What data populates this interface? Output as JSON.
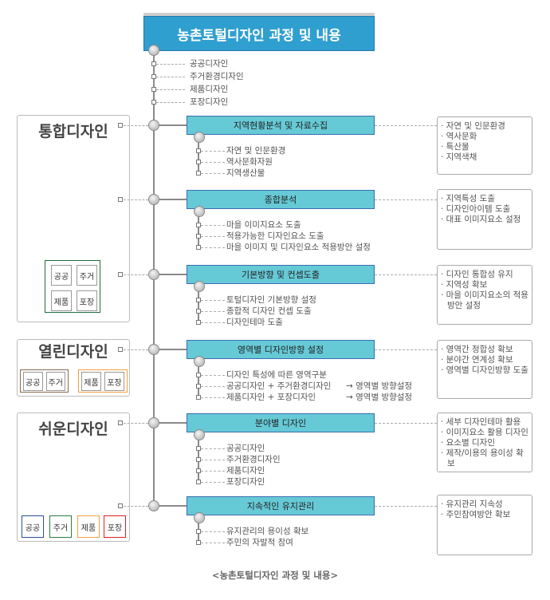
{
  "title": "농촌토털디자인 과정 및 내용",
  "top_items": [
    "공공디자인",
    "주거환경디자인",
    "제품디자인",
    "포장디자인"
  ],
  "stages": [
    {
      "label": "지역현황분석 및 자료수집",
      "items": [
        "자연 및 인문환경",
        "역사문화자원",
        "지역생산물"
      ],
      "notes": [
        "· 자연 및 인문환경",
        "· 역사문화",
        "· 특산물",
        "· 지역색채"
      ]
    },
    {
      "label": "종합분석",
      "items": [
        "마을 이미지요소 도출",
        "적용가능한 디자인요소 도출",
        "마을 이미지 및 디자인요소 적용방안 설정"
      ],
      "notes": [
        "· 지역특성 도출",
        "· 디자인아이템 도출",
        "· 대표 이미지요소 설정"
      ]
    },
    {
      "label": "기본방향 및 컨셉도출",
      "items": [
        "토털디자인 기본방향 설정",
        "종합적 디자인 컨셉 도출",
        "디자인테마 도출"
      ],
      "notes": [
        "· 디자인 통합성 유지",
        "· 지역성 확보",
        "· 마을 이미지요소의 적용방안 설정"
      ]
    },
    {
      "label": "영역별 디자인방향 설정",
      "items": [
        "디자인 특성에 따른 영역구분",
        "공공디자인 + 주거환경디자인",
        "제품디자인 + 포장디자인"
      ],
      "arrows": [
        "",
        "→ 영역별 방향설정",
        "→ 영역별 방향설정"
      ],
      "notes": [
        "· 영역간 정합성 확보",
        "· 분야간 연계성 확보",
        "· 영역별 디자인방향 도출"
      ]
    },
    {
      "label": "분야별 디자인",
      "items": [
        "공공디자인",
        "주거환경디자인",
        "제품디자인",
        "포장디자인"
      ],
      "notes": [
        "· 세부 디자인테마 활용",
        "· 이미지요소 활용 디자인",
        "· 요소별 디자인",
        "· 제작/이용의 용이성 확보"
      ]
    },
    {
      "label": "지속적인 유지관리",
      "items": [
        "유지관리의 용이성 확보",
        "주민의 자발적 참여"
      ],
      "notes": [
        "· 유지관리 지속성",
        "· 주민참여방안 확보"
      ]
    }
  ],
  "left": {
    "integrated": {
      "title": "통합디자인",
      "chips": [
        "공공",
        "주거",
        "제품",
        "포장"
      ]
    },
    "open": {
      "title": "열린디자인",
      "chips": [
        "공공",
        "주거",
        "제품",
        "포장"
      ]
    },
    "easy": {
      "title": "쉬운디자인",
      "chips": [
        "공공",
        "주거",
        "제품",
        "포장"
      ]
    }
  },
  "colors": {
    "title": "#2f9fd0",
    "stage": "#66c9d6",
    "green": "#1e6b3c",
    "brown": "#8b6a4e",
    "orange": "#f0a040",
    "blue": "#2a4f8f",
    "red": "#e02020"
  },
  "caption": "<농촌토털디자인 과정 및 내용>"
}
